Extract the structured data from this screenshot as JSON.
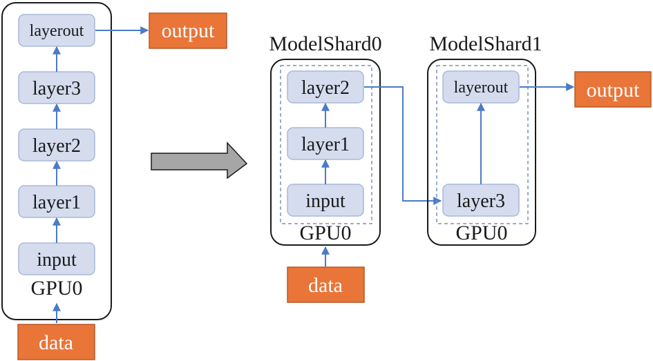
{
  "left_model": {
    "gpu_label": "GPU0",
    "layers": [
      "layerout",
      "layer3",
      "layer2",
      "layer1",
      "input"
    ],
    "output_label": "output",
    "data_label": "data"
  },
  "arrow": {
    "color": "#a6a6a6"
  },
  "shard0": {
    "title": "ModelShard0",
    "gpu_label": "GPU0",
    "layers": [
      "layer2",
      "layer1",
      "input"
    ],
    "data_label": "data"
  },
  "shard1": {
    "title": "ModelShard1",
    "gpu_label": "GPU0",
    "layers": [
      "layerout",
      "layer3"
    ],
    "output_label": "output"
  },
  "colors": {
    "layer_fill": "#d4dcee",
    "layer_stroke": "#a9b8d8",
    "io_fill": "#e97538",
    "io_stroke": "#b65a2a",
    "io_text": "#ffffff",
    "connector": "#4a7bc8",
    "container_stroke": "#1a1a1a",
    "dashed_stroke": "#7b8fb8"
  }
}
